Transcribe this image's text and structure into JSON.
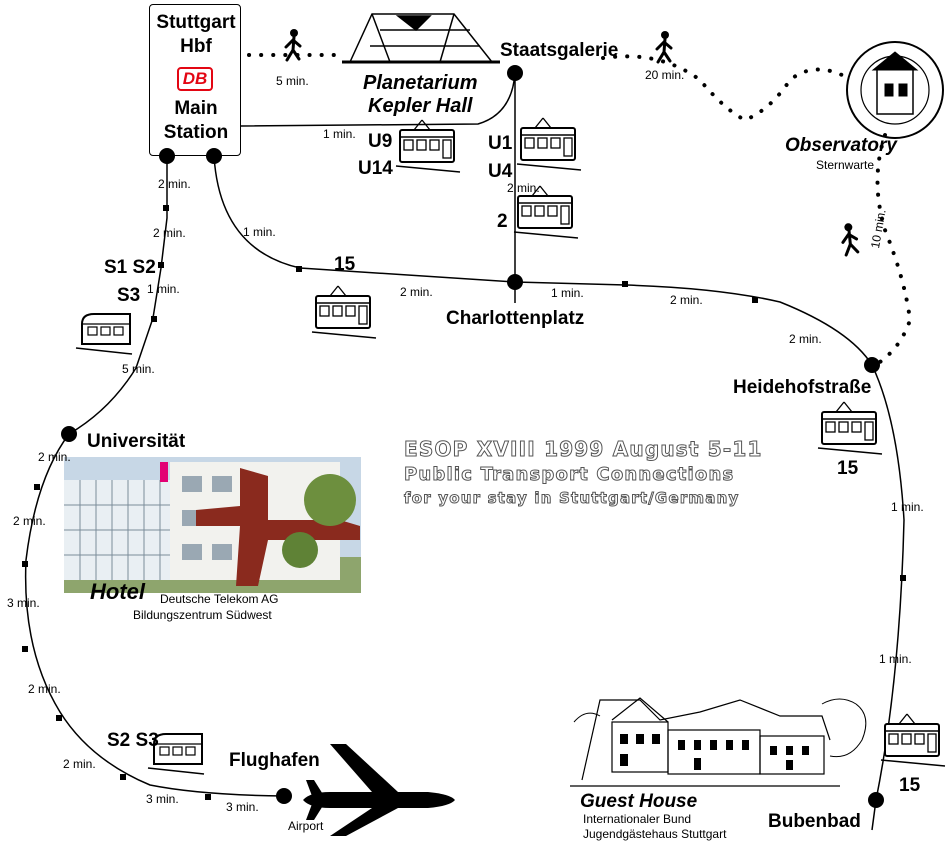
{
  "title": {
    "line1": "ESOP XVIII  1999 August 5-11",
    "line2": "Public Transport Connections",
    "line3": "for your stay in Stuttgart/Germany"
  },
  "colors": {
    "db_red": "#e30613",
    "ink": "#000000",
    "title_outline": "#555555"
  },
  "hbf": {
    "line1": "Stuttgart",
    "line2": "Hbf",
    "logo": "DB",
    "line3": "Main",
    "line4": "Station"
  },
  "stations": {
    "staatsgalerie": "Staatsgalerie",
    "charlottenplatz": "Charlottenplatz",
    "heidehofstrasse": "Heidehofstraße",
    "bubenbad": "Bubenbad",
    "universitaet": "Universität",
    "flughafen": "Flughafen"
  },
  "lines": {
    "s1s2": "S1 S2",
    "s3": "S3",
    "s2s3": "S2 S3",
    "u9": "U9",
    "u14": "U14",
    "u1": "U1",
    "u4": "U4",
    "tram2": "2",
    "tram15_a": "15",
    "tram15_b": "15",
    "tram15_c": "15"
  },
  "times": {
    "walk_hbf_planetarium": "5 min.",
    "walk_staatsgalerie_observatory": "20 min.",
    "walk_observatory_heidehof": "10 min.",
    "u9_hbf_staatsgalerie": "1 min.",
    "u1_staatsgalerie_charlottenplatz": "2 min.",
    "tram15_hbf": "1 min.",
    "tram15_to_charlottenplatz": "2 min.",
    "tram15_from_charlottenplatz": "1 min.",
    "tram15_mid": "2 min.",
    "tram15_to_heidehof": "2 min.",
    "tram15_heidehof_mid": "1 min.",
    "tram15_to_bubenbad": "1 min.",
    "s_hbf_1": "2 min.",
    "s_hbf_2": "2 min.",
    "s_hbf_3": "1 min.",
    "s_to_uni": "5 min.",
    "s_uni_1": "2 min.",
    "s_uni_2": "2 min.",
    "s_uni_3": "3 min.",
    "s_uni_4": "2 min.",
    "s_uni_5": "2 min.",
    "s_uni_6": "3 min.",
    "s_to_flughafen": "3 min."
  },
  "pois": {
    "planetarium_line1": "Planetarium",
    "planetarium_line2": "Kepler Hall",
    "observatory": "Observatory",
    "observatory_sub": "Sternwarte",
    "hotel": "Hotel",
    "hotel_line1": "Deutsche Telekom AG",
    "hotel_line2": "Bildungszentrum Südwest",
    "guesthouse": "Guest House",
    "guesthouse_line1": "Internationaler Bund",
    "guesthouse_line2": "Jugendgästehaus Stuttgart",
    "airport": "Airport"
  }
}
